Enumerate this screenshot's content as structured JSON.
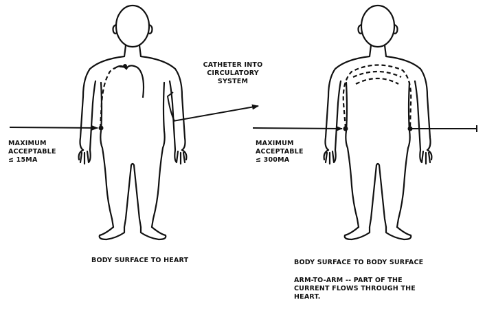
{
  "left_panel": {
    "limit_label": [
      "MAXIMUM",
      "ACCEPTABLE",
      "≤ 15μA"
    ],
    "catheter_label": [
      "CATHETER INTO",
      "CIRCULATORY",
      "SYSTEM"
    ],
    "caption": "BODY SURFACE TO HEART"
  },
  "right_panel": {
    "limit_label": [
      "MAXIMUM",
      "ACCEPTABLE",
      "≤ 300μA"
    ],
    "caption": "BODY SURFACE TO BODY SURFACE",
    "note": [
      "ARM-TO-ARM -- PART OF THE",
      "CURRENT FLOWS THROUGH THE",
      "HEART."
    ]
  },
  "colors": {
    "ink": "#111111",
    "background": "#ffffff"
  }
}
